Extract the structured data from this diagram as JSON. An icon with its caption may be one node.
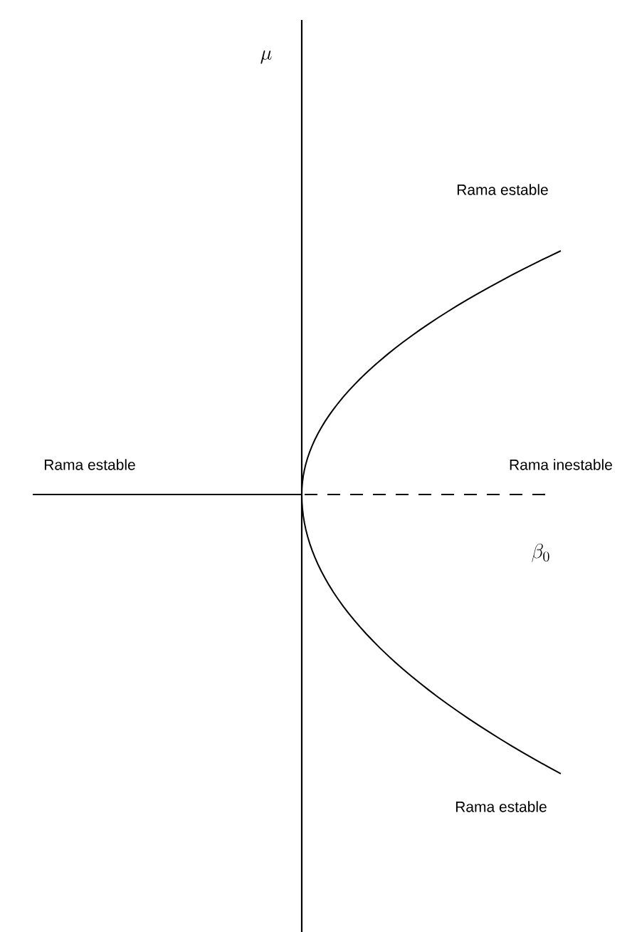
{
  "diagram": {
    "labels": [
      "\\mu",
      "Rama estable",
      "Rama estable",
      "Rama inestable",
      "\\beta_0",
      "Rama estable"
    ]
  }
}
